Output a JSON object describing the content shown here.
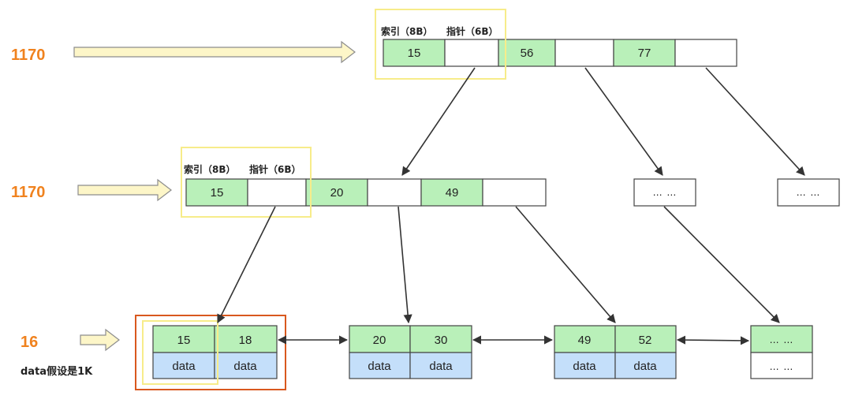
{
  "levels": {
    "root_count": "1170",
    "branch_count": "1170",
    "leaf_count": "16",
    "leaf_note": "data假设是1K"
  },
  "captions": {
    "index_size": "索引（8B）",
    "pointer_size": "指针（6B）"
  },
  "root_node": {
    "keys": [
      "15",
      "56",
      "77"
    ]
  },
  "branch_node": {
    "keys": [
      "15",
      "20",
      "49"
    ]
  },
  "ellipsis": "… …",
  "leaves": [
    {
      "keys": [
        "15",
        "18"
      ],
      "payload": [
        "data",
        "data"
      ]
    },
    {
      "keys": [
        "20",
        "30"
      ],
      "payload": [
        "data",
        "data"
      ]
    },
    {
      "keys": [
        "49",
        "52"
      ],
      "payload": [
        "data",
        "data"
      ]
    }
  ],
  "colors": {
    "key_cell": "#b9f0b9",
    "data_cell": "#c4dffa",
    "count_text": "#f0821e",
    "arrow_fill": "#fdf6c8",
    "yellow_highlight": "#f7ec8a",
    "orange_highlight": "#d9581e"
  }
}
